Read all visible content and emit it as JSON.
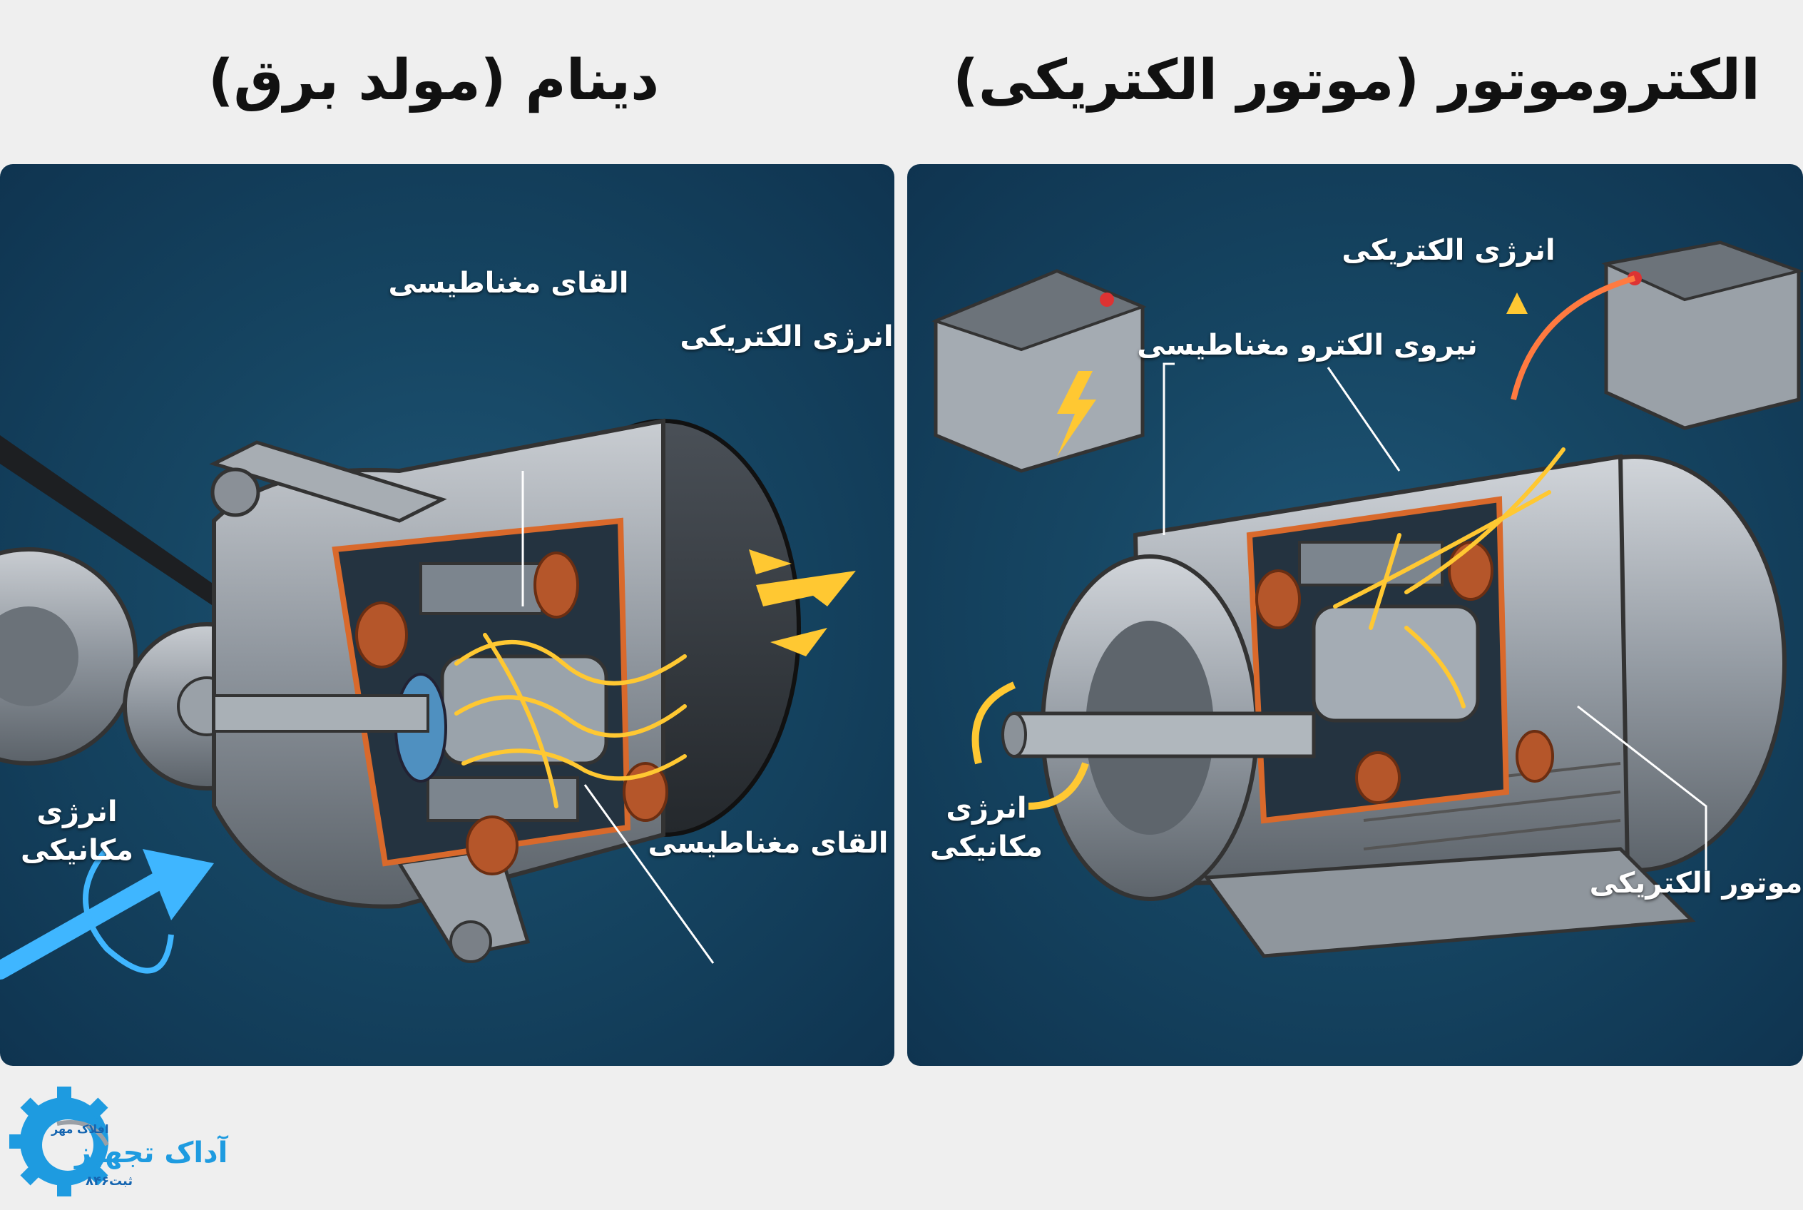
{
  "titles": {
    "dynamo": "دینام (مولد برق)",
    "electromotor": "الکتروموتور (موتور الکتریکی)"
  },
  "dynamo_panel": {
    "labels": {
      "induction_top": "القای مغناطیسی",
      "electric_energy": "انرژی الکتریکی",
      "induction_bottom": "القای مغناطیسی",
      "mechanical_energy_line1": "انرژی",
      "mechanical_energy_line2": "مکانیکی"
    }
  },
  "motor_panel": {
    "labels": {
      "electric_energy": "انرژی الکتریکی",
      "electromagnetic_force": "نیروی الکترو مغناطیسی",
      "electric_motor": "موتور الکتریکی",
      "mechanical_energy_line1": "انرژی",
      "mechanical_energy_line2": "مکانیکی"
    }
  },
  "logo": {
    "name": "آداک تجهیز",
    "subtitle": "افلاک مهر",
    "registration": "ثبت۸۴۶"
  },
  "colors": {
    "background": "#efefef",
    "panel": "#164663",
    "copper": "#d9692b",
    "energy_arrow": "#ffc832",
    "mechanical_arrow_dynamo": "#3fb6ff",
    "logo_blue": "#1e9be0"
  }
}
